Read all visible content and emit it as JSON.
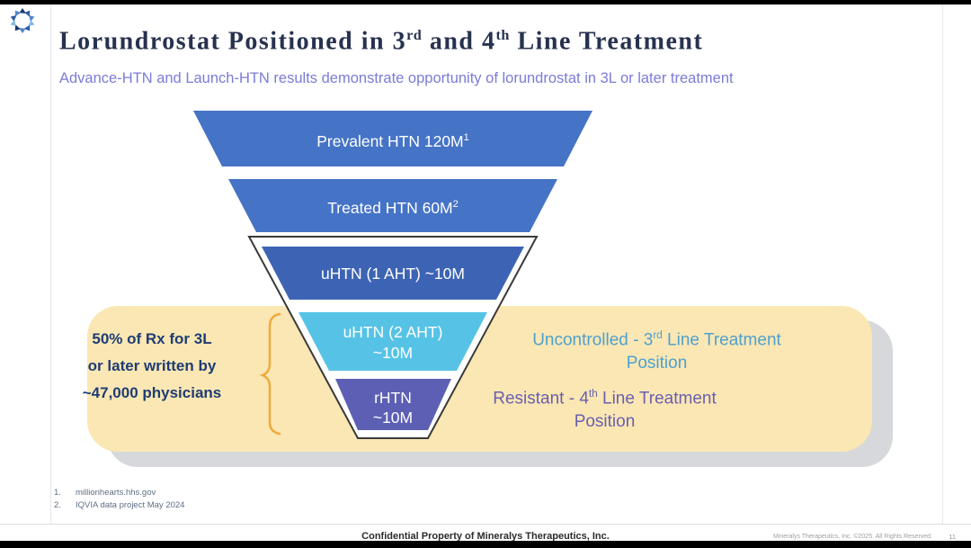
{
  "title": {
    "part1": "Lorundrostat Positioned in 3",
    "sup1": "rd",
    "part2": " and 4",
    "sup2": "th",
    "part3": " Line Treatment"
  },
  "subtitle": "Advance-HTN and Launch-HTN results demonstrate opportunity of lorundrostat in 3L or later treatment",
  "funnel": {
    "layers": [
      {
        "label": "Prevalent HTN 120M",
        "sup": "1",
        "color": "#4573c6"
      },
      {
        "label": "Treated HTN 60M",
        "sup": "2",
        "color": "#4573c6"
      },
      {
        "label": "uHTN (1 AHT) ~10M",
        "color": "#3d64b4"
      },
      {
        "line1": "uHTN (2 AHT)",
        "line2": "~10M",
        "color": "#56c3e6"
      },
      {
        "line1": "rHTN",
        "line2": "~10M",
        "color": "#5c5fb4"
      }
    ]
  },
  "callout": {
    "line1": "50% of Rx for 3L",
    "line2": "or later written by",
    "line3": "~47,000 physicians"
  },
  "annotations": {
    "uncontrolled": {
      "part1": "Uncontrolled - 3",
      "sup": "rd",
      "part2": " Line Treatment",
      "line2": "Position"
    },
    "resistant": {
      "part1": "Resistant - 4",
      "sup": "th",
      "part2": " Line Treatment",
      "line2": "Position"
    }
  },
  "footnotes": [
    {
      "num": "1.",
      "text": "millionhearts.hhs.gov"
    },
    {
      "num": "2.",
      "text": "IQVIA data project May 2024"
    }
  ],
  "footer": {
    "center": "Confidential Property of Mineralys Therapeutics, Inc.",
    "copyright": "Mineralys Therapeutics, Inc. ©2025. All Rights Reserved.",
    "page": "11"
  },
  "colors": {
    "title": "#27324f",
    "subtitle": "#7c7bd9",
    "yellow_box": "#fae7b3",
    "shadow": "#d6d8db",
    "brace": "#f0a93c",
    "outline": "#3a3a3a",
    "uncontrolled": "#4fa0ce",
    "resistant": "#6a5fb0",
    "callout": "#1f3c74",
    "footnote": "#5e6e85"
  }
}
